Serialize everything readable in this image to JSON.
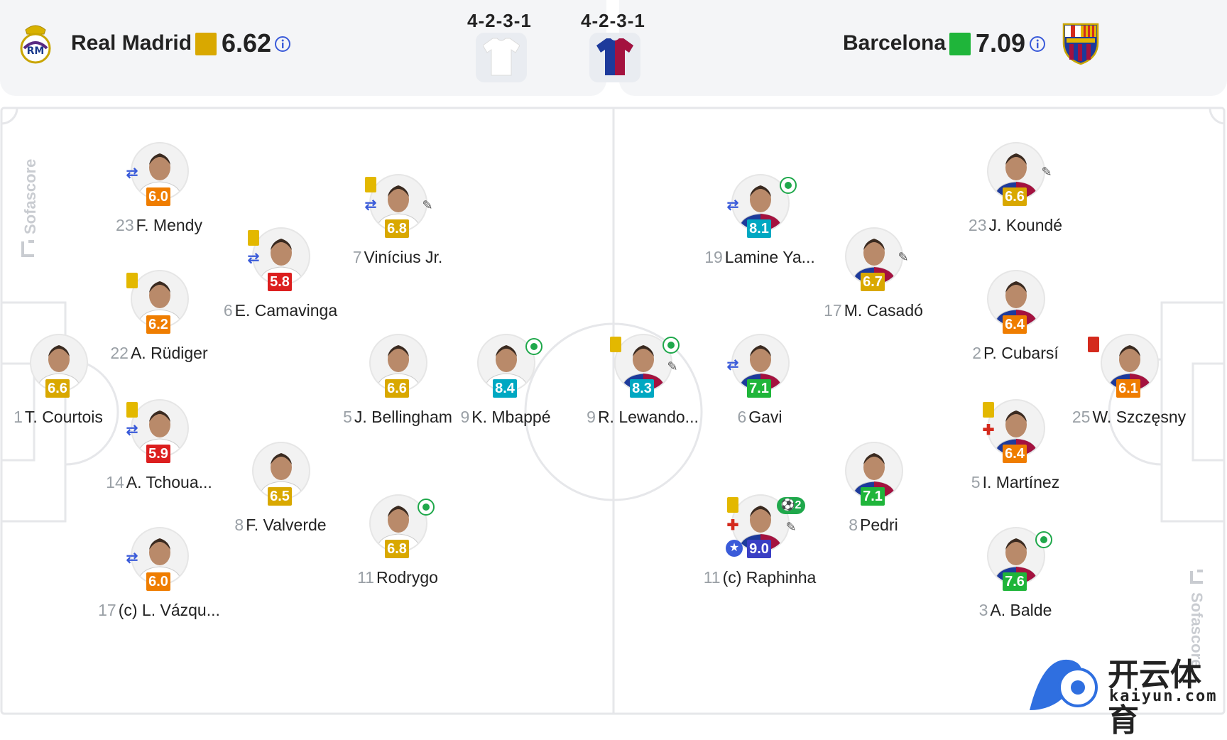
{
  "home": {
    "name": "Real Madrid",
    "rating": "6.62",
    "rating_color": "#d9a800",
    "formation": "4-2-3-1",
    "crest_icon": "real-madrid-crest-icon",
    "players": [
      {
        "num": "1",
        "name": "T. Courtois",
        "rating": "6.6",
        "color": "#d9a800"
      },
      {
        "num": "23",
        "name": "F. Mendy",
        "rating": "6.0",
        "color": "#ef7d00"
      },
      {
        "num": "22",
        "name": "A. Rüdiger",
        "rating": "6.2",
        "color": "#ef7d00"
      },
      {
        "num": "14",
        "name": "A. Tchoua...",
        "rating": "5.9",
        "color": "#dc1f1f"
      },
      {
        "num": "17",
        "name": "(c) L. Vázqu...",
        "rating": "6.0",
        "color": "#ef7d00"
      },
      {
        "num": "6",
        "name": "E. Camavinga",
        "rating": "5.8",
        "color": "#dc1f1f"
      },
      {
        "num": "8",
        "name": "F. Valverde",
        "rating": "6.5",
        "color": "#d9a800"
      },
      {
        "num": "7",
        "name": "Vinícius Jr.",
        "rating": "6.8",
        "color": "#d9a800"
      },
      {
        "num": "5",
        "name": "J. Bellingham",
        "rating": "6.6",
        "color": "#d9a800"
      },
      {
        "num": "11",
        "name": "Rodrygo",
        "rating": "6.8",
        "color": "#d9a800"
      },
      {
        "num": "9",
        "name": "K. Mbappé",
        "rating": "8.4",
        "color": "#00a8c2"
      }
    ]
  },
  "away": {
    "name": "Barcelona",
    "rating": "7.09",
    "rating_color": "#1fb53a",
    "formation": "4-2-3-1",
    "crest_icon": "fc-barcelona-crest-icon",
    "players": [
      {
        "num": "25",
        "name": "W. Szczęsny",
        "rating": "6.1",
        "color": "#ef7d00"
      },
      {
        "num": "23",
        "name": "J. Koundé",
        "rating": "6.6",
        "color": "#d9a800"
      },
      {
        "num": "2",
        "name": "P. Cubarsí",
        "rating": "6.4",
        "color": "#ef7d00"
      },
      {
        "num": "5",
        "name": "I. Martínez",
        "rating": "6.4",
        "color": "#ef7d00"
      },
      {
        "num": "3",
        "name": "A. Balde",
        "rating": "7.6",
        "color": "#1fb53a"
      },
      {
        "num": "17",
        "name": "M. Casadó",
        "rating": "6.7",
        "color": "#d9a800"
      },
      {
        "num": "8",
        "name": "Pedri",
        "rating": "7.1",
        "color": "#1fb53a"
      },
      {
        "num": "19",
        "name": "Lamine Ya...",
        "rating": "8.1",
        "color": "#00a8c2"
      },
      {
        "num": "6",
        "name": "Gavi",
        "rating": "7.1",
        "color": "#1fb53a"
      },
      {
        "num": "11",
        "name": "(c) Raphinha",
        "rating": "9.0",
        "color": "#3a3fc4"
      },
      {
        "num": "9",
        "name": "R. Lewando...",
        "rating": "8.3",
        "color": "#00a8c2"
      }
    ]
  },
  "watermark": "Sofascore",
  "logo": {
    "cn": "开云体育",
    "en": "kaiyun.com"
  }
}
